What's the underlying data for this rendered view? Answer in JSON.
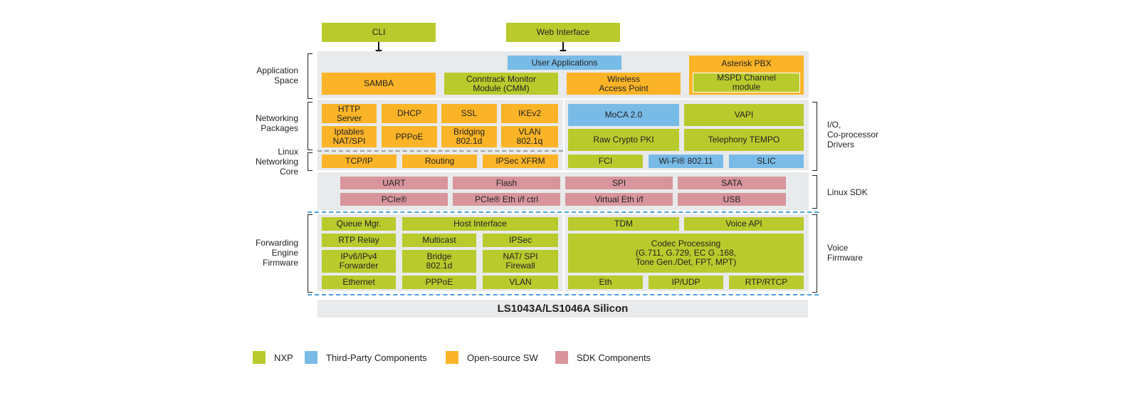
{
  "colors": {
    "nxp": "#b9ca2d",
    "third_party": "#79bbe7",
    "open_source": "#fbb427",
    "sdk": "#d8959c"
  },
  "top": {
    "cli": "CLI",
    "web": "Web Interface"
  },
  "app_space": {
    "label": "Application\nSpace",
    "user_apps": "User Applications",
    "samba": "SAMBA",
    "cmm": "Conntrack Monitor\nModule (CMM)",
    "wireless": "Wireless\nAccess Point",
    "asterisk": "Asterisk PBX",
    "mspd": "MSPD Channel\nmodule"
  },
  "networking": {
    "label": "Networking\nPackages",
    "http": "HTTP\nServer",
    "dhcp": "DHCP",
    "ssl": "SSL",
    "ikev2": "IKEv2",
    "iptables": "Iptables\nNAT/SPI",
    "pppoe": "PPPoE",
    "bridging": "Bridging\n802.1d",
    "vlan": "VLAN\n802.1q"
  },
  "linux_core": {
    "label": "Linux\nNetworking\nCore",
    "tcpip": "TCP/IP",
    "routing": "Routing",
    "ipsec": "IPSec XFRM"
  },
  "io": {
    "label": "I/O,\nCo-processor\nDrivers",
    "moca": "MoCA 2.0",
    "vapi": "VAPI",
    "crypto": "Raw Crypto PKI",
    "tempo": "Telephony TEMPO",
    "fci": "FCI",
    "wifi": "Wi-Fi® 802.11",
    "slic": "SLIC"
  },
  "sdk": {
    "label": "Linux SDK",
    "uart": "UART",
    "flash": "Flash",
    "spi": "SPI",
    "sata": "SATA",
    "pcie": "PCIe®",
    "pcie_eth": "PCIe® Eth i/f ctrl",
    "veth": "Virtual Eth i/f",
    "usb": "USB"
  },
  "forwarding": {
    "label": "Forwarding\nEngine\nFirmware",
    "queue": "Queue Mgr.",
    "host": "Host Interface",
    "rtp_relay": "RTP Relay",
    "multicast": "Multicast",
    "ipsec": "IPSec",
    "fwd": "IPv6/IPv4\nForwarder",
    "bridge": "Bridge\n802.1d",
    "nat": "NAT/ SPI\nFirewall",
    "ethernet": "Ethernet",
    "pppoe": "PPPoE",
    "vlan": "VLAN"
  },
  "voice": {
    "label": "Voice\nFirmware",
    "tdm": "TDM",
    "voice_api": "Voice API",
    "codec": "Codec Processing\n(G.711, G.729, EC G .168,\nTone Gen./Det, FPT, MPT)",
    "eth": "Eth",
    "ipudp": "IP/UDP",
    "rtcp": "RTP/RTCP"
  },
  "silicon": "LS1043A/LS1046A Silicon",
  "legend": {
    "nxp": "NXP",
    "third_party": "Third-Party Components",
    "open_source": "Open-source SW",
    "sdk": "SDK Components"
  }
}
